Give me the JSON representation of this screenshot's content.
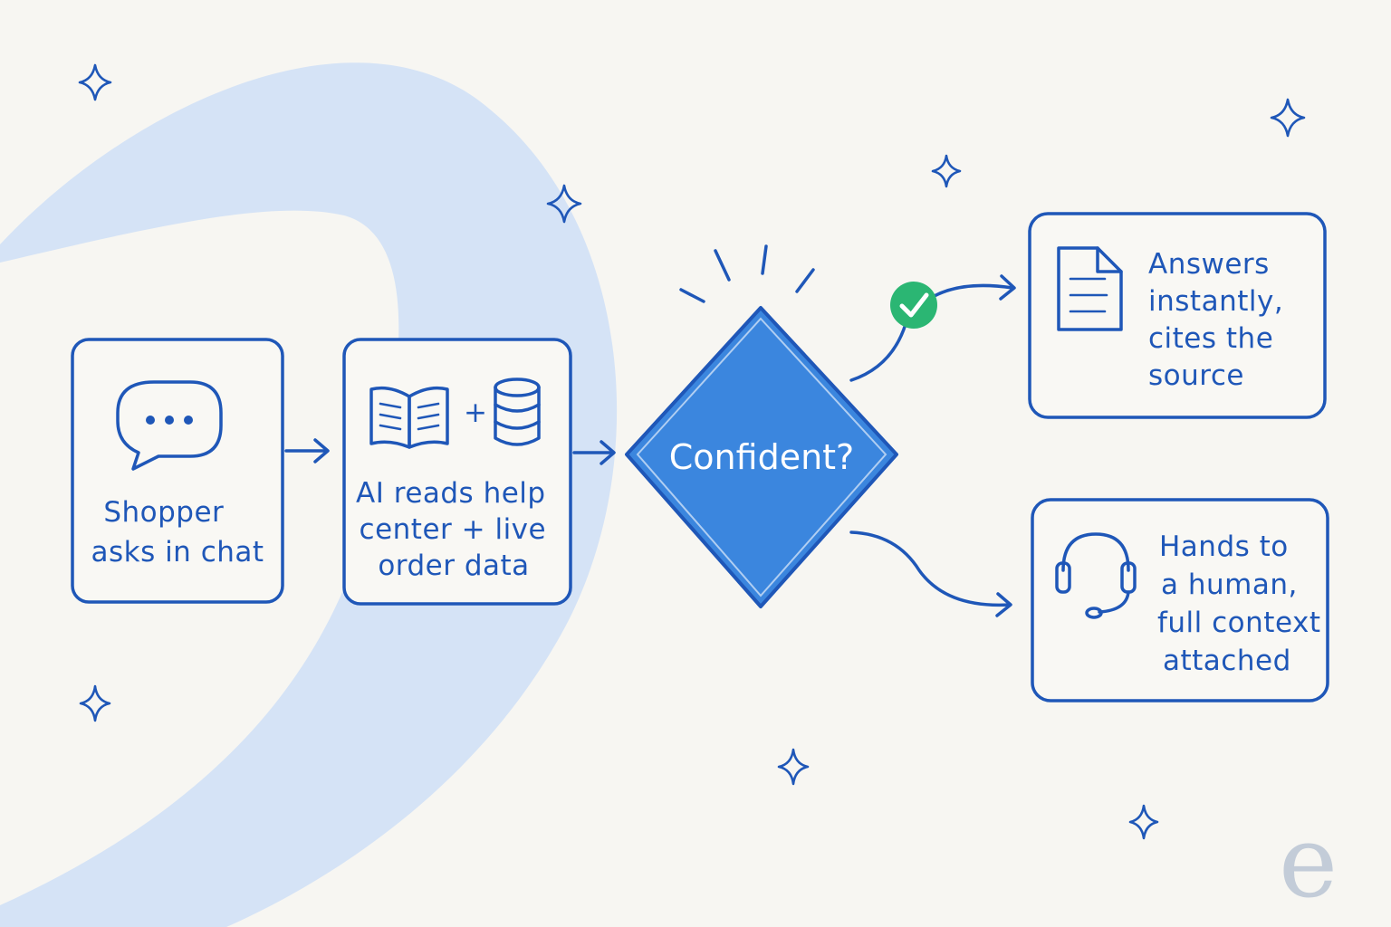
{
  "colors": {
    "background": "#f7f6f2",
    "ink": "#1f57b8",
    "swoosh": "#d5e3f6",
    "decision_fill": "#3b86de",
    "check_green": "#2bb673",
    "logo": "#c3ccd8"
  },
  "steps": {
    "shopper": {
      "lines": [
        "Shopper",
        "asks in chat"
      ],
      "icon": "chat-bubble-icon"
    },
    "ai": {
      "lines": [
        "AI reads help",
        "center + live",
        "order data"
      ],
      "icons": [
        "book-icon",
        "database-icon"
      ],
      "plus": "+"
    },
    "decision": {
      "label": "Confident?"
    },
    "yes": {
      "lines": [
        "Answers",
        "instantly,",
        "cites the",
        "source"
      ],
      "icon": "document-icon",
      "badge_icon": "checkmark-icon"
    },
    "no": {
      "lines": [
        "Hands to",
        "a human,",
        "full context",
        "attached"
      ],
      "icon": "headset-icon"
    }
  },
  "logo": {
    "letter": "e"
  }
}
